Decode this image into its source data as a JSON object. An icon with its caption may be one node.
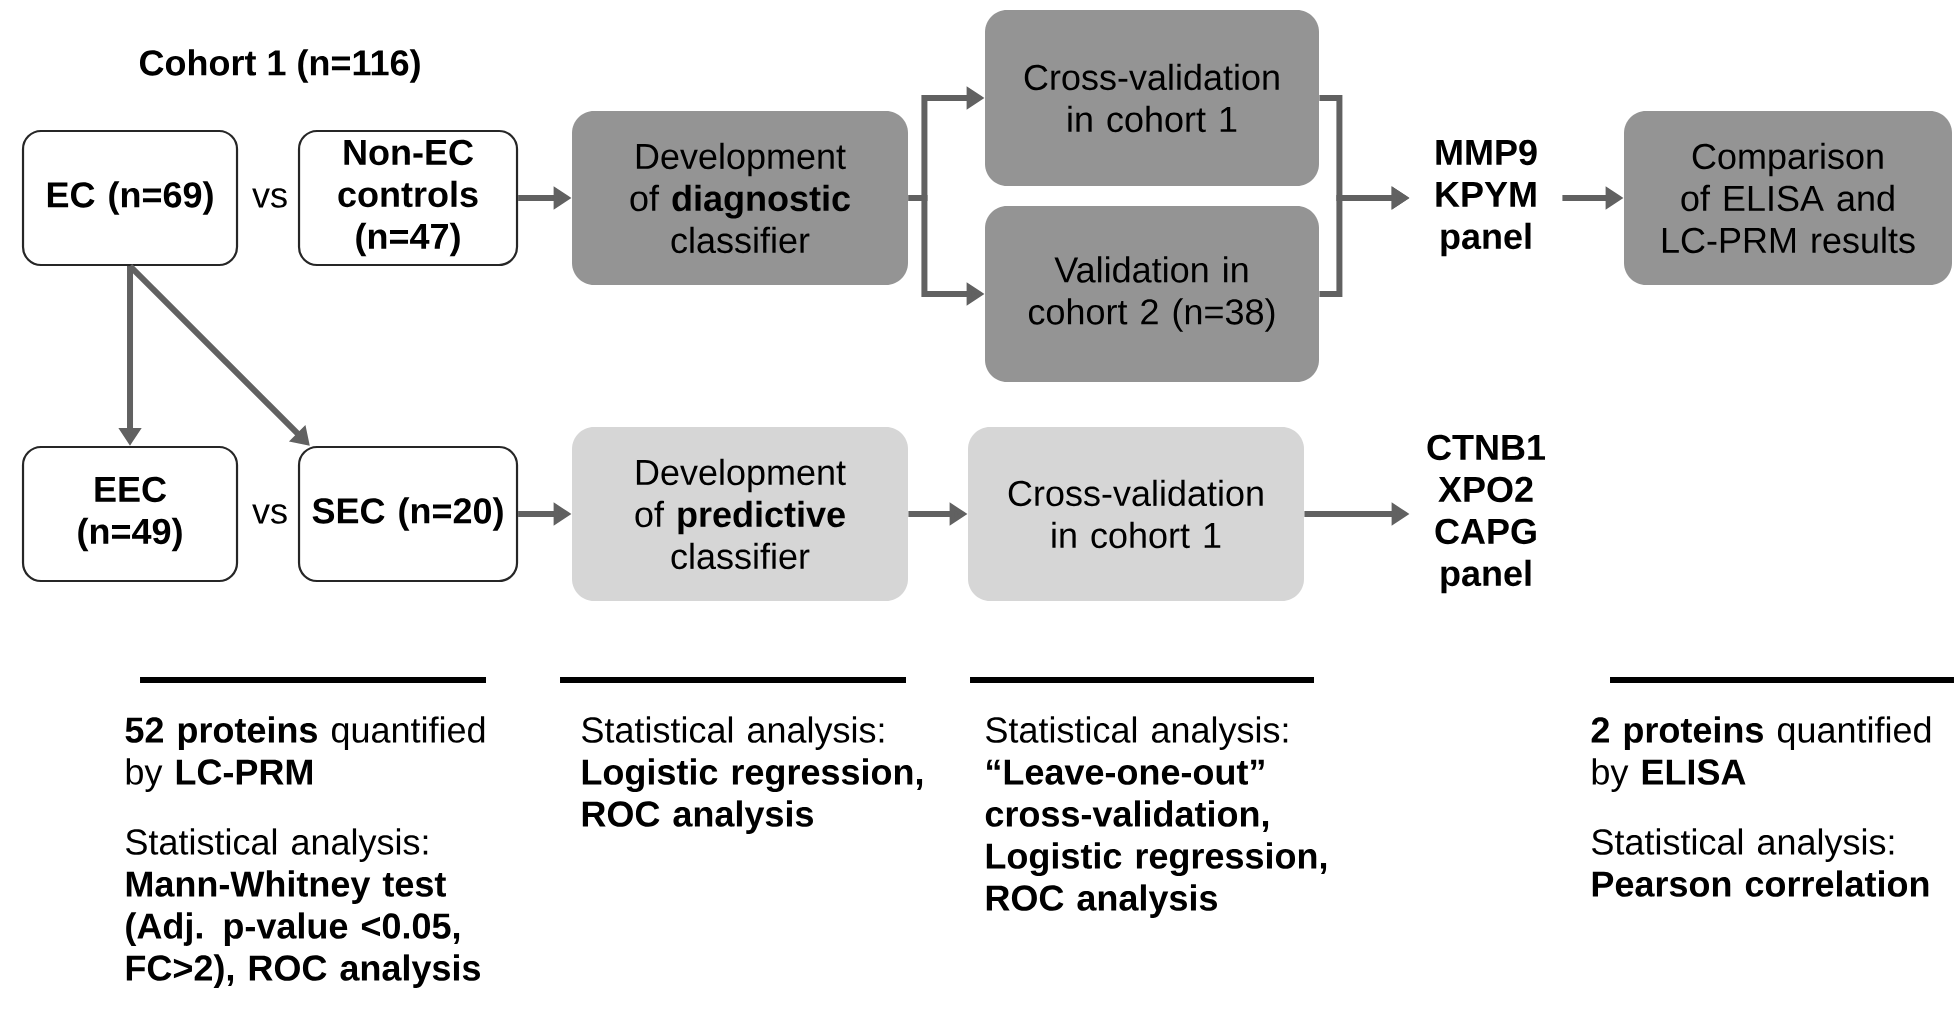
{
  "diagram": {
    "nodes": [
      {
        "text": [
          "EC (n=69)"
        ]
      },
      {
        "text": [
          "Non-EC controls (n=47)"
        ]
      },
      {
        "text": [
          "Development of **diagnostic** classifier"
        ]
      },
      {
        "text": [
          "Cross-validation in cohort 1"
        ]
      },
      {
        "text": [
          "Validation in cohort 2 (n=38)"
        ]
      },
      {
        "text": [
          "MMP9 KPYM panel"
        ]
      },
      {
        "text": [
          "Comparison of ELISA and LC-PRM results"
        ]
      },
      {
        "text": [
          "EEC (n=49)"
        ]
      },
      {
        "text": [
          "SEC (n=20)"
        ]
      },
      {
        "text": [
          "Development of **predictive** classifier"
        ]
      },
      {
        "text": [
          "Cross-validation in cohort 1"
        ]
      },
      {
        "text": [
          "CTNB1 XPO2 CAPG panel"
        ]
      }
    ],
    "edges": [
      {
        "from": 1,
        "to": 2,
        "arrow": "to"
      },
      {
        "from": 2,
        "to": 3,
        "arrow": "to"
      },
      {
        "from": 2,
        "to": 4,
        "arrow": "to"
      },
      {
        "from": 3,
        "to": 5,
        "arrow": "to"
      },
      {
        "from": 4,
        "to": 5,
        "arrow": "to"
      },
      {
        "from": 5,
        "to": 6,
        "arrow": "to"
      },
      {
        "from": 0,
        "to": 7,
        "arrow": "to"
      },
      {
        "from": 0,
        "to": 8,
        "arrow": "to"
      },
      {
        "from": 8,
        "to": 9,
        "arrow": "to"
      },
      {
        "from": 9,
        "to": 10,
        "arrow": "to"
      },
      {
        "from": 10,
        "to": 11,
        "arrow": "to"
      }
    ],
    "labels": [
      "Cohort 1 (n=116)",
      "vs",
      "vs",
      "**52 proteins** quantified by **LC-PRM**",
      "Statistical analysis: **Mann-Whitney test (Adj. p-value <0.05, FC>2), ROC analysis**",
      "Statistical analysis: **Logistic regression, ROC analysis**",
      "Statistical analysis: **“Leave-one-out” cross-validation, Logistic regression, ROC analysis**",
      "**2 proteins** quantified by **ELISA**",
      "Statistical analysis: **Pearson correlation**"
    ]
  }
}
